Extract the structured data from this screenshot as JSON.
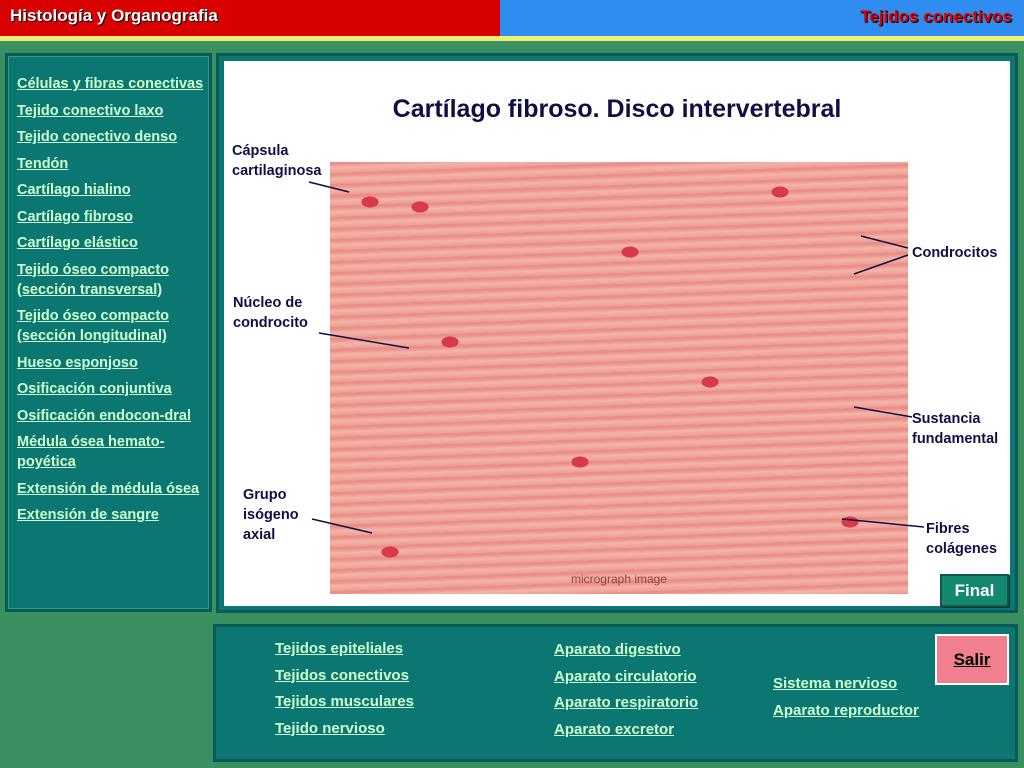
{
  "header": {
    "title": "Histología y Organografia",
    "section": "Tejidos conectivos"
  },
  "sidebar": {
    "items": [
      {
        "label": "Células y fibras conectivas"
      },
      {
        "label": "Tejido conectivo laxo"
      },
      {
        "label": "Tejido conectivo denso"
      },
      {
        "label": "Tendón"
      },
      {
        "label": "Cartílago hialino"
      },
      {
        "label": "Cartílago fibroso"
      },
      {
        "label": "Cartílago elástico"
      },
      {
        "label": "Tejido óseo compacto (sección transversal)"
      },
      {
        "label": "Tejido óseo compacto (sección longitudinal)"
      },
      {
        "label": "Hueso esponjoso"
      },
      {
        "label": "Osificación conjuntiva"
      },
      {
        "label": "Osificación endocon-dral"
      },
      {
        "label": "Médula ósea hemato-poyética"
      },
      {
        "label": "Extensión de médula ósea"
      },
      {
        "label": "Extensión de sangre"
      }
    ]
  },
  "main": {
    "title": "Cartílago fibroso. Disco intervertebral",
    "labels": {
      "capsula": "Cápsula cartilaginosa",
      "condrocitos": "Condrocitos",
      "nucleo": "Núcleo de condrocito",
      "sustancia": "Sustancia fundamental",
      "grupo": "Grupo isógeno axial",
      "fibres": "Fibres colágenes"
    },
    "final_label": "Final"
  },
  "bottom_nav": {
    "col1": [
      "Tejidos epiteliales",
      "Tejidos conectivos",
      "Tejidos musculares",
      "Tejido nervioso"
    ],
    "col2": [
      "Aparato digestivo",
      "Aparato circulatorio",
      "Aparato respiratorio",
      "Aparato excretor"
    ],
    "col3": [
      "Sistema nervioso",
      "Aparato reproductor"
    ],
    "salir_label": "Salir"
  },
  "colors": {
    "header_red": "#d80000",
    "header_blue": "#2f8cf0",
    "panel_teal": "#0c7672",
    "link_green": "#ccffcc",
    "background_green": "#3a9060",
    "salir_pink": "#f08090"
  }
}
